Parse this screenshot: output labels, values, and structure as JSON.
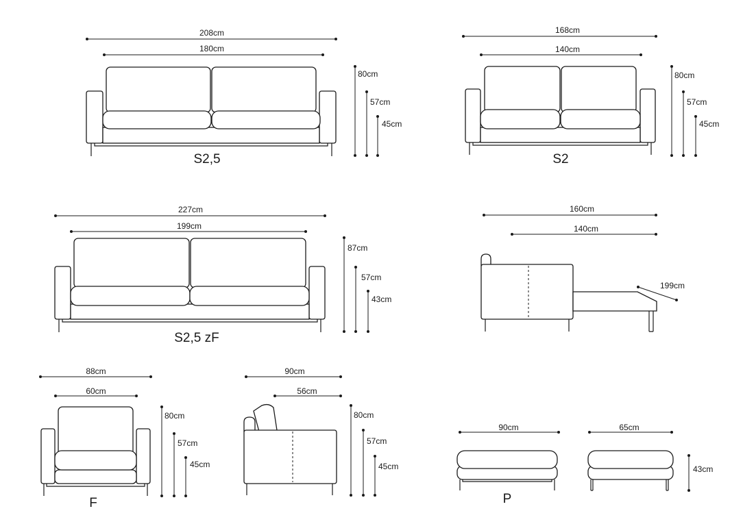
{
  "models": {
    "s25": {
      "label": "S2,5",
      "width_total": "208cm",
      "width_seat": "180cm",
      "height_back": "80cm",
      "height_arm": "57cm",
      "height_seat": "45cm"
    },
    "s2": {
      "label": "S2",
      "width_total": "168cm",
      "width_seat": "140cm",
      "height_back": "80cm",
      "height_arm": "57cm",
      "height_seat": "45cm"
    },
    "s25zf": {
      "label": "S2,5 zF",
      "width_total": "227cm",
      "width_seat": "199cm",
      "height_back": "87cm",
      "height_arm": "57cm",
      "height_seat": "43cm"
    },
    "bed_side": {
      "depth_total": "160cm",
      "depth_seat": "140cm",
      "bed_length": "199cm"
    },
    "f": {
      "label": "F",
      "width_total": "88cm",
      "width_seat": "60cm",
      "height_back": "80cm",
      "height_arm": "57cm",
      "height_seat": "45cm"
    },
    "side": {
      "depth_total": "90cm",
      "depth_seat": "56cm",
      "height_back": "80cm",
      "height_arm": "57cm",
      "height_seat": "45cm"
    },
    "p": {
      "label": "P",
      "width_long": "90cm",
      "width_short": "65cm",
      "height": "43cm"
    }
  }
}
